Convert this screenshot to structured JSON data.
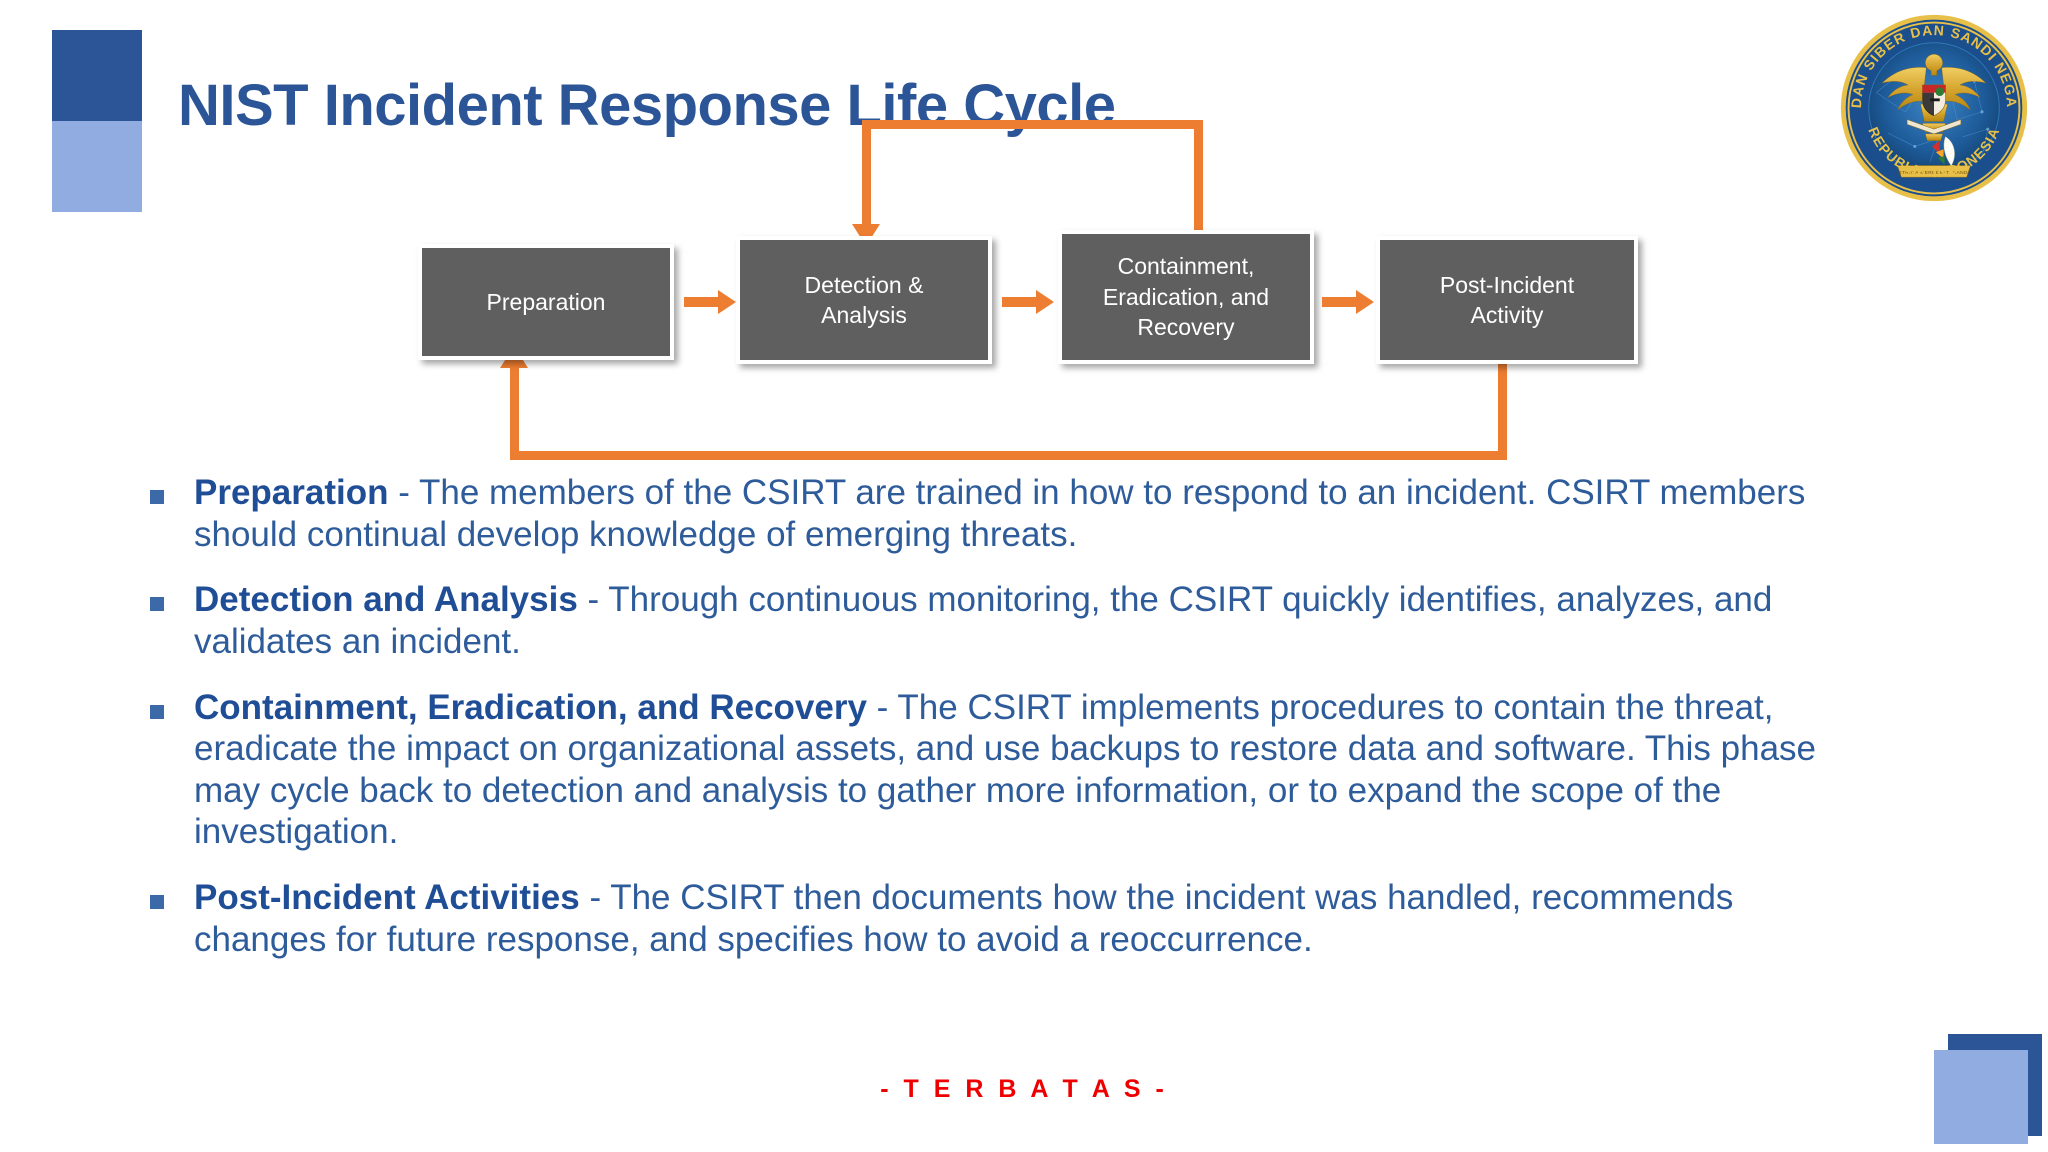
{
  "slide": {
    "title": "NIST Incident Response Life Cycle",
    "classification_footer": "- T E R B A T A S -"
  },
  "logo": {
    "name": "bssn-logo",
    "outer_text_top": "BADAN SIBER DAN SANDI NEGARA",
    "outer_text_bottom": "REPUBLIK INDONESIA",
    "ribbon_text": "STRATA MERDEKATI SANDI",
    "colors": {
      "ring_gold": "#E0B03A",
      "disc_blue": "#1B4E8C",
      "disc_blue_light": "#2F7CC4",
      "garuda_gold": "#D8A93A"
    }
  },
  "diagram": {
    "type": "flow",
    "boxes": [
      {
        "id": "preparation",
        "label": "Preparation"
      },
      {
        "id": "detection",
        "label": "Detection &\nAnalysis"
      },
      {
        "id": "containment",
        "label": "Containment,\nEradication, and\nRecovery"
      },
      {
        "id": "postincident",
        "label": "Post-Incident\nActivity"
      }
    ],
    "box_fill": "#5F5F5F",
    "box_border": "#FFFFFF",
    "arrow_color": "#ED7D31",
    "connectors": [
      {
        "from": "preparation",
        "to": "detection"
      },
      {
        "from": "detection",
        "to": "containment"
      },
      {
        "from": "containment",
        "to": "postincident"
      },
      {
        "from": "containment",
        "to": "detection",
        "route": "top-feedback-loop"
      },
      {
        "from": "postincident",
        "to": "preparation",
        "route": "bottom-feedback-loop"
      }
    ]
  },
  "bullets": [
    {
      "lead": "Preparation",
      "body": " - The members of the CSIRT are trained in how to respond to an incident. CSIRT members should continual develop knowledge of emerging threats."
    },
    {
      "lead": "Detection and Analysis",
      "body": " - Through continuous monitoring, the CSIRT quickly identifies, analyzes, and validates an incident."
    },
    {
      "lead": "Containment, Eradication, and Recovery",
      "body": " - The CSIRT implements procedures to contain the threat, eradicate the impact on organizational assets, and use backups to restore data and software. This phase may cycle back to detection and analysis to gather more information, or to expand the scope of the investigation."
    },
    {
      "lead": "Post-Incident Activities",
      "body": " - The CSIRT then documents how the incident was handled, recommends changes for future response, and specifies how to avoid a reoccurrence."
    }
  ],
  "theme": {
    "title_blue": "#2B5597",
    "body_blue": "#2E5C9A",
    "lead_blue": "#1F4E96",
    "accent_orange": "#ED7D31",
    "deco_dark_blue": "#2B5597",
    "deco_light_blue": "#91ACE0",
    "classification_red": "#EE0000"
  }
}
